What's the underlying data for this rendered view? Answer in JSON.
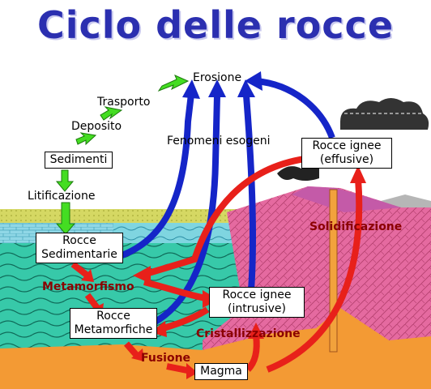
{
  "title": "Ciclo delle rocce",
  "labels": {
    "erosione": "Erosione",
    "trasporto": "Trasporto",
    "deposito": "Deposito",
    "litificazione": "Litificazione",
    "fenomeni_esogeni": "Fenomeni esogeni",
    "metamorfismo": "Metamorfismo",
    "fusione": "Fusione",
    "cristallizzazione": "Cristallizzazione",
    "solidificazione": "Solidificazione"
  },
  "boxes": {
    "sedimenti": "Sedimenti",
    "rocce_sedimentarie": [
      "Rocce",
      "Sedimentarie"
    ],
    "rocce_metamorfiche": [
      "Rocce",
      "Metamorfiche"
    ],
    "rocce_ignee_effusive": [
      "Rocce ignee",
      "(effusive)"
    ],
    "rocce_ignee_intrusive": [
      "Rocce ignee",
      "(intrusive)"
    ],
    "magma": "Magma"
  },
  "colors": {
    "title": "#2b2fb0",
    "green_arrow": "#44dd22",
    "blue_arrow": "#1525c8",
    "red_arrow": "#e8201a",
    "sediment_layer": "#d8d860",
    "water_layer": "#7fd3e0",
    "metamorphic_layer": "#33c9a6",
    "igneous_layer": "#e46fa0",
    "magma_layer": "#f39a34"
  }
}
